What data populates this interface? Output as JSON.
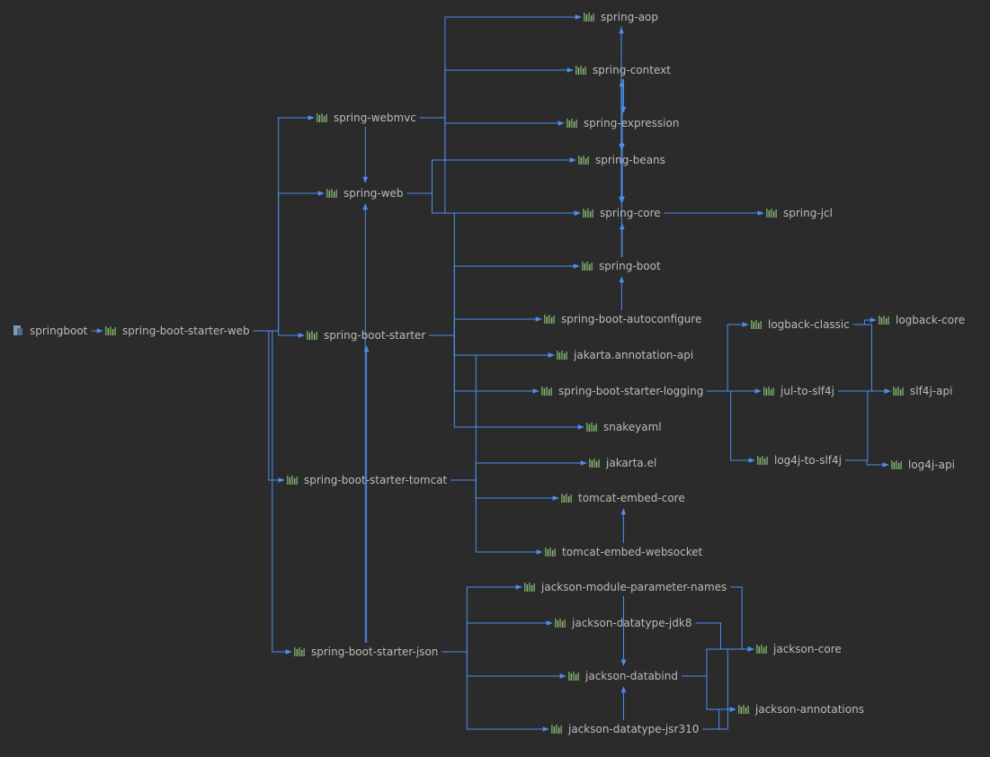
{
  "colors": {
    "background": "#2b2b2b",
    "edge": "#4a8ff0",
    "label": "#bbbbbb",
    "icon_bar": "#6a9a5c"
  },
  "nodes": [
    {
      "id": "springboot",
      "label": "springboot",
      "icon": "project-module-icon"
    },
    {
      "id": "spring-boot-starter-web",
      "label": "spring-boot-starter-web",
      "icon": "library-icon"
    },
    {
      "id": "spring-webmvc",
      "label": "spring-webmvc",
      "icon": "library-icon"
    },
    {
      "id": "spring-web",
      "label": "spring-web",
      "icon": "library-icon"
    },
    {
      "id": "spring-boot-starter",
      "label": "spring-boot-starter",
      "icon": "library-icon"
    },
    {
      "id": "spring-boot-starter-tomcat",
      "label": "spring-boot-starter-tomcat",
      "icon": "library-icon"
    },
    {
      "id": "spring-boot-starter-json",
      "label": "spring-boot-starter-json",
      "icon": "library-icon"
    },
    {
      "id": "spring-aop",
      "label": "spring-aop",
      "icon": "library-icon"
    },
    {
      "id": "spring-context",
      "label": "spring-context",
      "icon": "library-icon"
    },
    {
      "id": "spring-expression",
      "label": "spring-expression",
      "icon": "library-icon"
    },
    {
      "id": "spring-beans",
      "label": "spring-beans",
      "icon": "library-icon"
    },
    {
      "id": "spring-core",
      "label": "spring-core",
      "icon": "library-icon"
    },
    {
      "id": "spring-jcl",
      "label": "spring-jcl",
      "icon": "library-icon"
    },
    {
      "id": "spring-boot",
      "label": "spring-boot",
      "icon": "library-icon"
    },
    {
      "id": "spring-boot-autoconfigure",
      "label": "spring-boot-autoconfigure",
      "icon": "library-icon"
    },
    {
      "id": "jakarta-annotation-api",
      "label": "jakarta.annotation-api",
      "icon": "library-icon"
    },
    {
      "id": "spring-boot-starter-logging",
      "label": "spring-boot-starter-logging",
      "icon": "library-icon"
    },
    {
      "id": "snakeyaml",
      "label": "snakeyaml",
      "icon": "library-icon"
    },
    {
      "id": "logback-classic",
      "label": "logback-classic",
      "icon": "library-icon"
    },
    {
      "id": "logback-core",
      "label": "logback-core",
      "icon": "library-icon"
    },
    {
      "id": "jul-to-slf4j",
      "label": "jul-to-slf4j",
      "icon": "library-icon"
    },
    {
      "id": "slf4j-api",
      "label": "slf4j-api",
      "icon": "library-icon"
    },
    {
      "id": "log4j-to-slf4j",
      "label": "log4j-to-slf4j",
      "icon": "library-icon"
    },
    {
      "id": "log4j-api",
      "label": "log4j-api",
      "icon": "library-icon"
    },
    {
      "id": "jakarta-el",
      "label": "jakarta.el",
      "icon": "library-icon"
    },
    {
      "id": "tomcat-embed-core",
      "label": "tomcat-embed-core",
      "icon": "library-icon"
    },
    {
      "id": "tomcat-embed-websocket",
      "label": "tomcat-embed-websocket",
      "icon": "library-icon"
    },
    {
      "id": "jackson-module-parameter-names",
      "label": "jackson-module-parameter-names",
      "icon": "library-icon"
    },
    {
      "id": "jackson-datatype-jdk8",
      "label": "jackson-datatype-jdk8",
      "icon": "library-icon"
    },
    {
      "id": "jackson-databind",
      "label": "jackson-databind",
      "icon": "library-icon"
    },
    {
      "id": "jackson-datatype-jsr310",
      "label": "jackson-datatype-jsr310",
      "icon": "library-icon"
    },
    {
      "id": "jackson-core",
      "label": "jackson-core",
      "icon": "library-icon"
    },
    {
      "id": "jackson-annotations",
      "label": "jackson-annotations",
      "icon": "library-icon"
    }
  ],
  "edges": [
    [
      "springboot",
      "spring-boot-starter-web"
    ],
    [
      "spring-boot-starter-web",
      "spring-webmvc"
    ],
    [
      "spring-boot-starter-web",
      "spring-web"
    ],
    [
      "spring-boot-starter-web",
      "spring-boot-starter"
    ],
    [
      "spring-boot-starter-web",
      "spring-boot-starter-tomcat"
    ],
    [
      "spring-boot-starter-web",
      "spring-boot-starter-json"
    ],
    [
      "spring-webmvc",
      "spring-aop"
    ],
    [
      "spring-webmvc",
      "spring-context"
    ],
    [
      "spring-webmvc",
      "spring-expression"
    ],
    [
      "spring-webmvc",
      "spring-beans"
    ],
    [
      "spring-webmvc",
      "spring-core"
    ],
    [
      "spring-webmvc",
      "spring-web"
    ],
    [
      "spring-web",
      "spring-beans"
    ],
    [
      "spring-web",
      "spring-core"
    ],
    [
      "spring-aop",
      "spring-beans"
    ],
    [
      "spring-aop",
      "spring-core"
    ],
    [
      "spring-context",
      "spring-aop"
    ],
    [
      "spring-context",
      "spring-beans"
    ],
    [
      "spring-context",
      "spring-core"
    ],
    [
      "spring-context",
      "spring-expression"
    ],
    [
      "spring-expression",
      "spring-core"
    ],
    [
      "spring-beans",
      "spring-core"
    ],
    [
      "spring-core",
      "spring-jcl"
    ],
    [
      "spring-boot",
      "spring-context"
    ],
    [
      "spring-boot",
      "spring-core"
    ],
    [
      "spring-boot-autoconfigure",
      "spring-boot"
    ],
    [
      "spring-boot-starter",
      "spring-boot"
    ],
    [
      "spring-boot-starter",
      "spring-core"
    ],
    [
      "spring-boot-starter",
      "spring-boot-autoconfigure"
    ],
    [
      "spring-boot-starter",
      "jakarta-annotation-api"
    ],
    [
      "spring-boot-starter",
      "spring-boot-starter-logging"
    ],
    [
      "spring-boot-starter",
      "snakeyaml"
    ],
    [
      "spring-boot-starter-logging",
      "logback-classic"
    ],
    [
      "spring-boot-starter-logging",
      "jul-to-slf4j"
    ],
    [
      "spring-boot-starter-logging",
      "log4j-to-slf4j"
    ],
    [
      "logback-classic",
      "logback-core"
    ],
    [
      "logback-classic",
      "slf4j-api"
    ],
    [
      "jul-to-slf4j",
      "slf4j-api"
    ],
    [
      "log4j-to-slf4j",
      "slf4j-api"
    ],
    [
      "log4j-to-slf4j",
      "log4j-api"
    ],
    [
      "spring-boot-starter-tomcat",
      "jakarta-annotation-api"
    ],
    [
      "spring-boot-starter-tomcat",
      "jakarta-el"
    ],
    [
      "spring-boot-starter-tomcat",
      "tomcat-embed-core"
    ],
    [
      "spring-boot-starter-tomcat",
      "tomcat-embed-websocket"
    ],
    [
      "tomcat-embed-websocket",
      "tomcat-embed-core"
    ],
    [
      "spring-boot-starter-json",
      "jackson-module-parameter-names"
    ],
    [
      "spring-boot-starter-json",
      "jackson-datatype-jdk8"
    ],
    [
      "spring-boot-starter-json",
      "jackson-databind"
    ],
    [
      "spring-boot-starter-json",
      "jackson-datatype-jsr310"
    ],
    [
      "spring-boot-starter-json",
      "spring-boot-starter"
    ],
    [
      "spring-boot-starter-json",
      "spring-web"
    ],
    [
      "jackson-module-parameter-names",
      "jackson-databind"
    ],
    [
      "jackson-module-parameter-names",
      "jackson-core"
    ],
    [
      "jackson-datatype-jdk8",
      "jackson-databind"
    ],
    [
      "jackson-datatype-jdk8",
      "jackson-core"
    ],
    [
      "jackson-databind",
      "jackson-core"
    ],
    [
      "jackson-databind",
      "jackson-annotations"
    ],
    [
      "jackson-datatype-jsr310",
      "jackson-databind"
    ],
    [
      "jackson-datatype-jsr310",
      "jackson-core"
    ],
    [
      "jackson-datatype-jsr310",
      "jackson-annotations"
    ]
  ]
}
